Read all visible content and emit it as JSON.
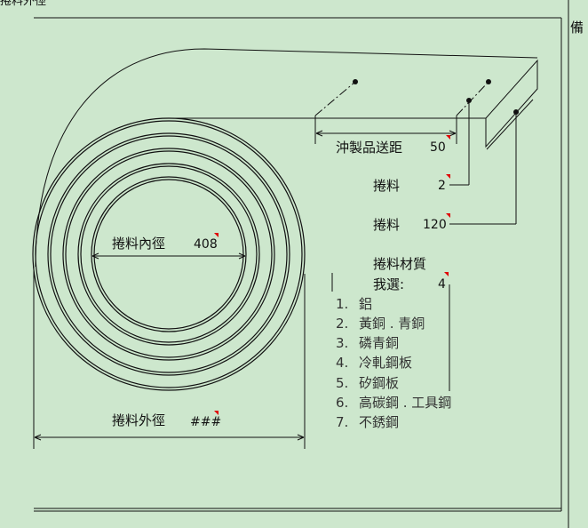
{
  "header": {
    "left_text": "捲料外徑",
    "right_text": "",
    "side_label": "備"
  },
  "labels": {
    "feed_length": "沖製品送距",
    "strip_width": "捲料",
    "thickness": "捲料",
    "material_title": "捲料材質",
    "material_select": "我選:",
    "inner_diameter": "捲料內徑",
    "outer_diameter": "捲料外徑"
  },
  "values": {
    "feed_length": "50",
    "strip_width": "2",
    "thickness": "120",
    "material_select": "4",
    "inner_diameter": "408",
    "outer_diameter": "###"
  },
  "materials": [
    {
      "num": "1.",
      "name": "鋁"
    },
    {
      "num": "2.",
      "name": "黃銅 . 青銅"
    },
    {
      "num": "3.",
      "name": "磷青銅"
    },
    {
      "num": "4.",
      "name": "冷軋鋼板"
    },
    {
      "num": "5.",
      "name": "矽鋼板"
    },
    {
      "num": "6.",
      "name": "高碳鋼 . 工具鋼"
    },
    {
      "num": "7.",
      "name": "不銹鋼"
    }
  ],
  "colors": {
    "background": "#cde7cd",
    "line": "#111111",
    "marker": "#e00000"
  }
}
